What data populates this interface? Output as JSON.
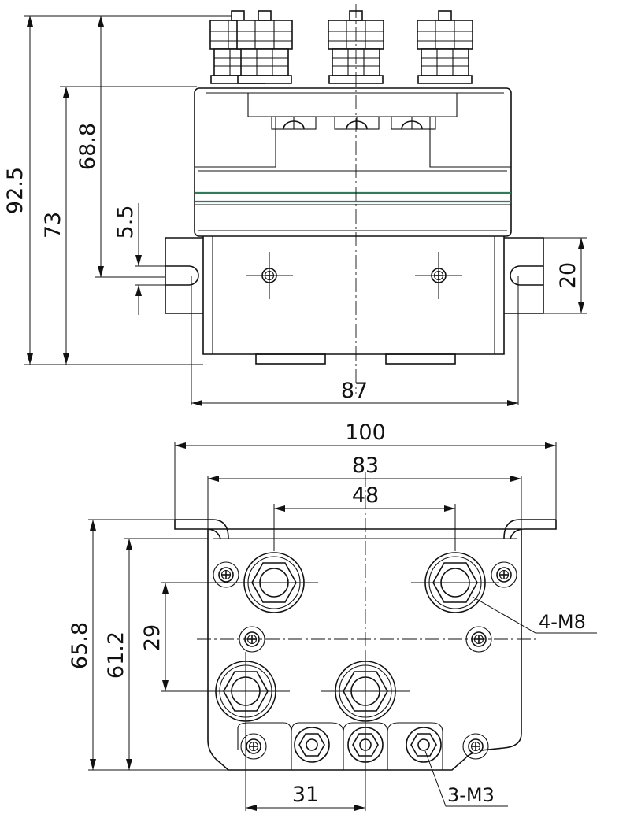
{
  "front_view": {
    "dimensions": {
      "overall_height": "92.5",
      "body_height": "73",
      "top_height": "68.8",
      "slot_offset": "5.5",
      "slot_width": "20",
      "mount_spacing": "87"
    }
  },
  "bottom_view": {
    "dimensions": {
      "overall_width": "100",
      "body_width": "83",
      "large_terminal_spacing": "48",
      "overall_depth": "65.8",
      "body_depth": "61.2",
      "terminal_row_spacing": "29",
      "small_terminal_spacing": "31"
    },
    "callouts": {
      "large_terminals": "4-M8",
      "small_terminals": "3-M3"
    }
  },
  "colors": {
    "line": "#111111",
    "accent_band": "#2f7d5a"
  }
}
